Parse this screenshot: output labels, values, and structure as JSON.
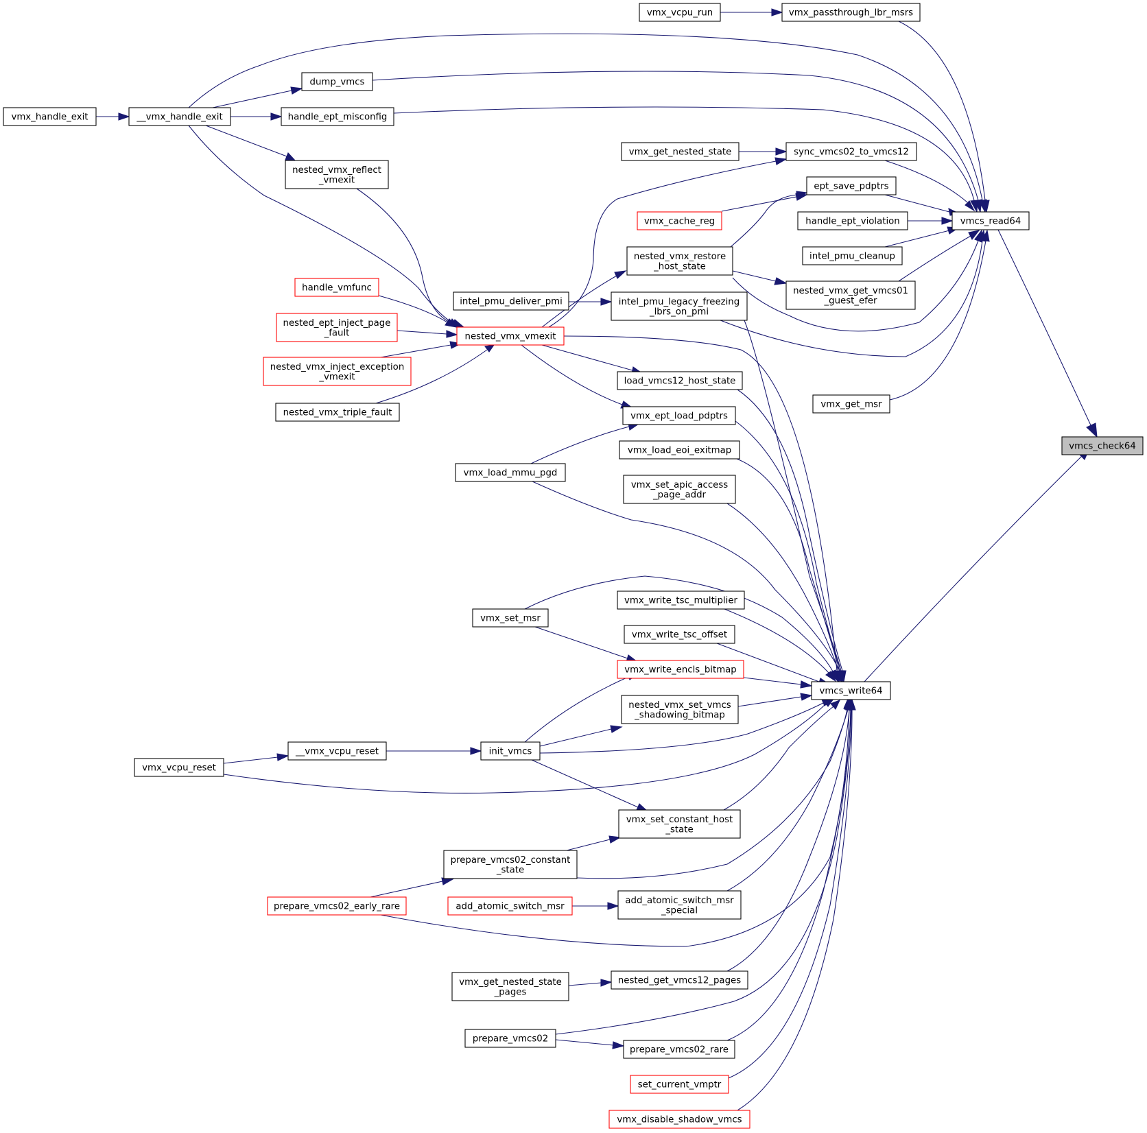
{
  "graph": {
    "title": "",
    "nodes": {
      "vmcs_check64": {
        "lines": [
          "vmcs_check64"
        ],
        "style": "focus"
      },
      "vmcs_read64": {
        "lines": [
          "vmcs_read64"
        ]
      },
      "vmcs_write64": {
        "lines": [
          "vmcs_write64"
        ]
      },
      "vmx_vcpu_run": {
        "lines": [
          "vmx_vcpu_run"
        ]
      },
      "vmx_passthrough_lbr_msrs": {
        "lines": [
          "vmx_passthrough_lbr_msrs"
        ]
      },
      "dump_vmcs": {
        "lines": [
          "dump_vmcs"
        ]
      },
      "vmx_handle_exit": {
        "lines": [
          "vmx_handle_exit"
        ]
      },
      "__vmx_handle_exit": {
        "lines": [
          "__vmx_handle_exit"
        ]
      },
      "handle_ept_misconfig": {
        "lines": [
          "handle_ept_misconfig"
        ]
      },
      "vmx_get_nested_state": {
        "lines": [
          "vmx_get_nested_state"
        ]
      },
      "sync_vmcs02_to_vmcs12": {
        "lines": [
          "sync_vmcs02_to_vmcs12"
        ]
      },
      "nested_vmx_reflect_vmexit": {
        "lines": [
          "nested_vmx_reflect",
          "_vmexit"
        ]
      },
      "ept_save_pdptrs": {
        "lines": [
          "ept_save_pdptrs"
        ]
      },
      "vmx_cache_reg": {
        "lines": [
          "vmx_cache_reg"
        ],
        "style": "truncated"
      },
      "handle_ept_violation": {
        "lines": [
          "handle_ept_violation"
        ]
      },
      "nested_vmx_restore_host_state": {
        "lines": [
          "nested_vmx_restore",
          "_host_state"
        ]
      },
      "intel_pmu_cleanup": {
        "lines": [
          "intel_pmu_cleanup"
        ]
      },
      "handle_vmfunc": {
        "lines": [
          "handle_vmfunc"
        ],
        "style": "truncated"
      },
      "intel_pmu_deliver_pmi": {
        "lines": [
          "intel_pmu_deliver_pmi"
        ]
      },
      "intel_pmu_legacy_freezing_lbrs_on_pmi": {
        "lines": [
          "intel_pmu_legacy_freezing",
          "_lbrs_on_pmi"
        ]
      },
      "nested_vmx_get_vmcs01_guest_efer": {
        "lines": [
          "nested_vmx_get_vmcs01",
          "_guest_efer"
        ]
      },
      "nested_ept_inject_page_fault": {
        "lines": [
          "nested_ept_inject_page",
          "_fault"
        ],
        "style": "truncated"
      },
      "nested_vmx_vmexit": {
        "lines": [
          "nested_vmx_vmexit"
        ],
        "style": "truncated"
      },
      "nested_vmx_inject_exception_vmexit": {
        "lines": [
          "nested_vmx_inject_exception",
          "_vmexit"
        ],
        "style": "truncated"
      },
      "load_vmcs12_host_state": {
        "lines": [
          "load_vmcs12_host_state"
        ]
      },
      "nested_vmx_triple_fault": {
        "lines": [
          "nested_vmx_triple_fault"
        ]
      },
      "vmx_get_msr": {
        "lines": [
          "vmx_get_msr"
        ]
      },
      "vmx_ept_load_pdptrs": {
        "lines": [
          "vmx_ept_load_pdptrs"
        ]
      },
      "vmx_load_eoi_exitmap": {
        "lines": [
          "vmx_load_eoi_exitmap"
        ]
      },
      "vmx_load_mmu_pgd": {
        "lines": [
          "vmx_load_mmu_pgd"
        ]
      },
      "vmx_set_apic_access_page_addr": {
        "lines": [
          "vmx_set_apic_access",
          "_page_addr"
        ]
      },
      "vmx_write_tsc_multiplier": {
        "lines": [
          "vmx_write_tsc_multiplier"
        ]
      },
      "vmx_set_msr": {
        "lines": [
          "vmx_set_msr"
        ]
      },
      "vmx_write_tsc_offset": {
        "lines": [
          "vmx_write_tsc_offset"
        ]
      },
      "vmx_write_encls_bitmap": {
        "lines": [
          "vmx_write_encls_bitmap"
        ],
        "style": "truncated"
      },
      "nested_vmx_set_vmcs_shadowing_bitmap": {
        "lines": [
          "nested_vmx_set_vmcs",
          "_shadowing_bitmap"
        ]
      },
      "__vmx_vcpu_reset": {
        "lines": [
          "__vmx_vcpu_reset"
        ]
      },
      "init_vmcs": {
        "lines": [
          "init_vmcs"
        ]
      },
      "vmx_vcpu_reset": {
        "lines": [
          "vmx_vcpu_reset"
        ]
      },
      "vmx_set_constant_host_state": {
        "lines": [
          "vmx_set_constant_host",
          "_state"
        ]
      },
      "prepare_vmcs02_constant_state": {
        "lines": [
          "prepare_vmcs02_constant",
          "_state"
        ]
      },
      "prepare_vmcs02_early_rare": {
        "lines": [
          "prepare_vmcs02_early_rare"
        ],
        "style": "truncated"
      },
      "add_atomic_switch_msr": {
        "lines": [
          "add_atomic_switch_msr"
        ],
        "style": "truncated"
      },
      "add_atomic_switch_msr_special": {
        "lines": [
          "add_atomic_switch_msr",
          "_special"
        ]
      },
      "vmx_get_nested_state_pages": {
        "lines": [
          "vmx_get_nested_state",
          "_pages"
        ]
      },
      "nested_get_vmcs12_pages": {
        "lines": [
          "nested_get_vmcs12_pages"
        ]
      },
      "prepare_vmcs02": {
        "lines": [
          "prepare_vmcs02"
        ]
      },
      "prepare_vmcs02_rare": {
        "lines": [
          "prepare_vmcs02_rare"
        ]
      },
      "set_current_vmptr": {
        "lines": [
          "set_current_vmptr"
        ],
        "style": "truncated"
      },
      "vmx_disable_shadow_vmcs": {
        "lines": [
          "vmx_disable_shadow_vmcs"
        ],
        "style": "truncated"
      }
    },
    "edges": [
      [
        "vmcs_read64",
        "vmcs_check64"
      ],
      [
        "vmcs_write64",
        "vmcs_check64"
      ],
      [
        "vmx_vcpu_run",
        "vmx_passthrough_lbr_msrs"
      ],
      [
        "vmx_passthrough_lbr_msrs",
        "vmcs_read64"
      ],
      [
        "vmx_handle_exit",
        "__vmx_handle_exit"
      ],
      [
        "__vmx_handle_exit",
        "vmcs_read64"
      ],
      [
        "__vmx_handle_exit",
        "dump_vmcs"
      ],
      [
        "__vmx_handle_exit",
        "handle_ept_misconfig"
      ],
      [
        "__vmx_handle_exit",
        "nested_vmx_reflect_vmexit"
      ],
      [
        "__vmx_handle_exit",
        "nested_vmx_vmexit"
      ],
      [
        "dump_vmcs",
        "vmcs_read64"
      ],
      [
        "handle_ept_misconfig",
        "vmcs_read64"
      ],
      [
        "vmx_get_nested_state",
        "sync_vmcs02_to_vmcs12"
      ],
      [
        "sync_vmcs02_to_vmcs12",
        "vmcs_read64"
      ],
      [
        "ept_save_pdptrs",
        "vmcs_read64"
      ],
      [
        "handle_ept_violation",
        "vmcs_read64"
      ],
      [
        "intel_pmu_cleanup",
        "vmcs_read64"
      ],
      [
        "nested_vmx_get_vmcs01_guest_efer",
        "vmcs_read64"
      ],
      [
        "nested_vmx_restore_host_state",
        "vmcs_read64"
      ],
      [
        "intel_pmu_legacy_freezing_lbrs_on_pmi",
        "vmcs_read64"
      ],
      [
        "vmx_get_msr",
        "vmcs_read64"
      ],
      [
        "vmx_cache_reg",
        "ept_save_pdptrs"
      ],
      [
        "nested_vmx_restore_host_state",
        "ept_save_pdptrs"
      ],
      [
        "nested_vmx_restore_host_state",
        "nested_vmx_get_vmcs01_guest_efer"
      ],
      [
        "nested_vmx_reflect_vmexit",
        "nested_vmx_vmexit"
      ],
      [
        "handle_vmfunc",
        "nested_vmx_vmexit"
      ],
      [
        "nested_ept_inject_page_fault",
        "nested_vmx_vmexit"
      ],
      [
        "nested_vmx_inject_exception_vmexit",
        "nested_vmx_vmexit"
      ],
      [
        "nested_vmx_triple_fault",
        "nested_vmx_vmexit"
      ],
      [
        "nested_vmx_vmexit",
        "sync_vmcs02_to_vmcs12"
      ],
      [
        "nested_vmx_vmexit",
        "nested_vmx_restore_host_state"
      ],
      [
        "nested_vmx_vmexit",
        "load_vmcs12_host_state"
      ],
      [
        "nested_vmx_vmexit",
        "vmx_ept_load_pdptrs"
      ],
      [
        "nested_vmx_vmexit",
        "vmcs_write64"
      ],
      [
        "intel_pmu_deliver_pmi",
        "intel_pmu_legacy_freezing_lbrs_on_pmi"
      ],
      [
        "intel_pmu_legacy_freezing_lbrs_on_pmi",
        "vmcs_write64"
      ],
      [
        "load_vmcs12_host_state",
        "vmcs_write64"
      ],
      [
        "vmx_ept_load_pdptrs",
        "vmcs_write64"
      ],
      [
        "vmx_load_mmu_pgd",
        "vmx_ept_load_pdptrs"
      ],
      [
        "vmx_load_mmu_pgd",
        "vmcs_write64"
      ],
      [
        "vmx_load_eoi_exitmap",
        "vmcs_write64"
      ],
      [
        "vmx_set_apic_access_page_addr",
        "vmcs_write64"
      ],
      [
        "vmx_set_msr",
        "vmcs_write64"
      ],
      [
        "vmx_set_msr",
        "vmx_write_encls_bitmap"
      ],
      [
        "vmx_write_tsc_multiplier",
        "vmcs_write64"
      ],
      [
        "vmx_write_tsc_offset",
        "vmcs_write64"
      ],
      [
        "vmx_write_encls_bitmap",
        "vmcs_write64"
      ],
      [
        "nested_vmx_set_vmcs_shadowing_bitmap",
        "vmcs_write64"
      ],
      [
        "init_vmcs",
        "vmx_write_encls_bitmap"
      ],
      [
        "init_vmcs",
        "nested_vmx_set_vmcs_shadowing_bitmap"
      ],
      [
        "init_vmcs",
        "vmcs_write64"
      ],
      [
        "init_vmcs",
        "vmx_set_constant_host_state"
      ],
      [
        "__vmx_vcpu_reset",
        "init_vmcs"
      ],
      [
        "vmx_vcpu_reset",
        "__vmx_vcpu_reset"
      ],
      [
        "vmx_vcpu_reset",
        "vmcs_write64"
      ],
      [
        "vmx_set_constant_host_state",
        "vmcs_write64"
      ],
      [
        "prepare_vmcs02_constant_state",
        "vmx_set_constant_host_state"
      ],
      [
        "prepare_vmcs02_constant_state",
        "vmcs_write64"
      ],
      [
        "prepare_vmcs02_early_rare",
        "prepare_vmcs02_constant_state"
      ],
      [
        "prepare_vmcs02_early_rare",
        "vmcs_write64"
      ],
      [
        "add_atomic_switch_msr",
        "add_atomic_switch_msr_special"
      ],
      [
        "add_atomic_switch_msr_special",
        "vmcs_write64"
      ],
      [
        "vmx_get_nested_state_pages",
        "nested_get_vmcs12_pages"
      ],
      [
        "nested_get_vmcs12_pages",
        "vmcs_write64"
      ],
      [
        "prepare_vmcs02",
        "prepare_vmcs02_rare"
      ],
      [
        "prepare_vmcs02",
        "vmcs_write64"
      ],
      [
        "prepare_vmcs02_rare",
        "vmcs_write64"
      ],
      [
        "set_current_vmptr",
        "vmcs_write64"
      ],
      [
        "vmx_disable_shadow_vmcs",
        "vmcs_write64"
      ]
    ]
  },
  "colors": {
    "edge": "#191970",
    "node_border": "#000000",
    "truncated_border": "#ff0000",
    "focus_fill": "#bfbfbf"
  }
}
